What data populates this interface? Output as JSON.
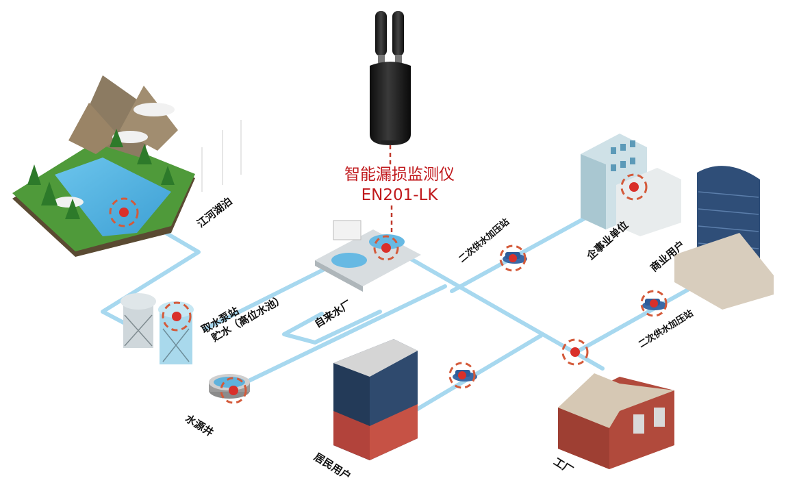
{
  "device": {
    "name": "智能漏损监测仪",
    "model": "EN201-LK",
    "accent_color": "#c0191c"
  },
  "colors": {
    "pipe": "#a7d8ef",
    "marker": "#d9302a",
    "marker_ring": "#d45a3a"
  },
  "nodes": {
    "river": "江河湖泊",
    "intake": "取水泵站",
    "storage": "贮水（高位水池）",
    "well": "水源井",
    "plant": "自来水厂",
    "booster_top": "二次供水加压站",
    "enterprise": "企事业单位",
    "commercial": "商业用户",
    "booster_right": "二次供水加压站",
    "residential": "居民用户",
    "booster_bottom": "",
    "factory": "工厂"
  }
}
